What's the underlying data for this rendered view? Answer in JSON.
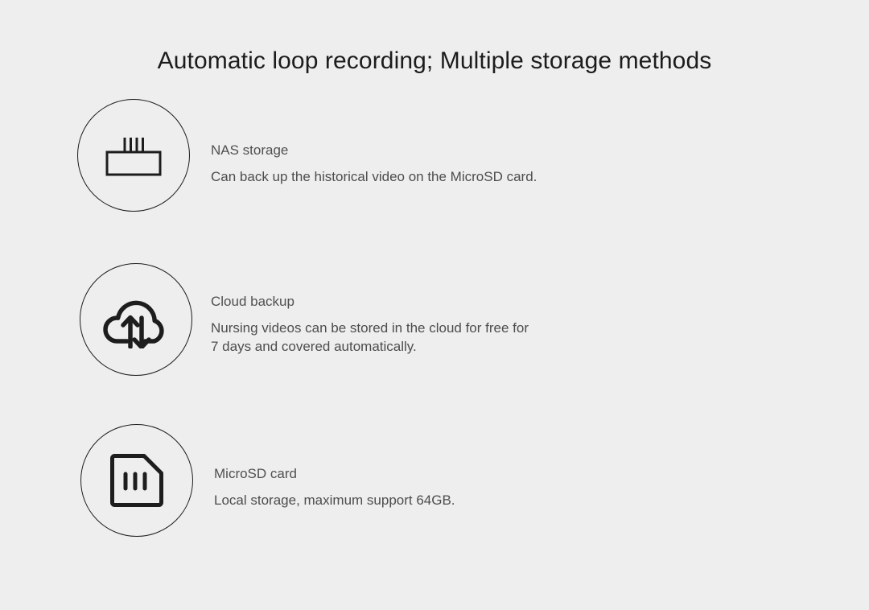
{
  "page": {
    "title": "Automatic loop recording; Multiple storage methods",
    "background_color": "#eeeeee",
    "title_color": "#1c1c1c",
    "text_color": "#4d4d4d",
    "outline_color": "#1d1d1d"
  },
  "features": [
    {
      "icon": "nas-server-icon",
      "heading": "NAS storage",
      "description": "Can back up the historical video on the MicroSD card."
    },
    {
      "icon": "cloud-sync-icon",
      "heading": "Cloud backup",
      "description": "Nursing videos can be stored in the cloud for free for\n7 days and covered automatically."
    },
    {
      "icon": "microsd-card-icon",
      "heading": "MicroSD card",
      "description": "Local storage, maximum support 64GB."
    }
  ]
}
